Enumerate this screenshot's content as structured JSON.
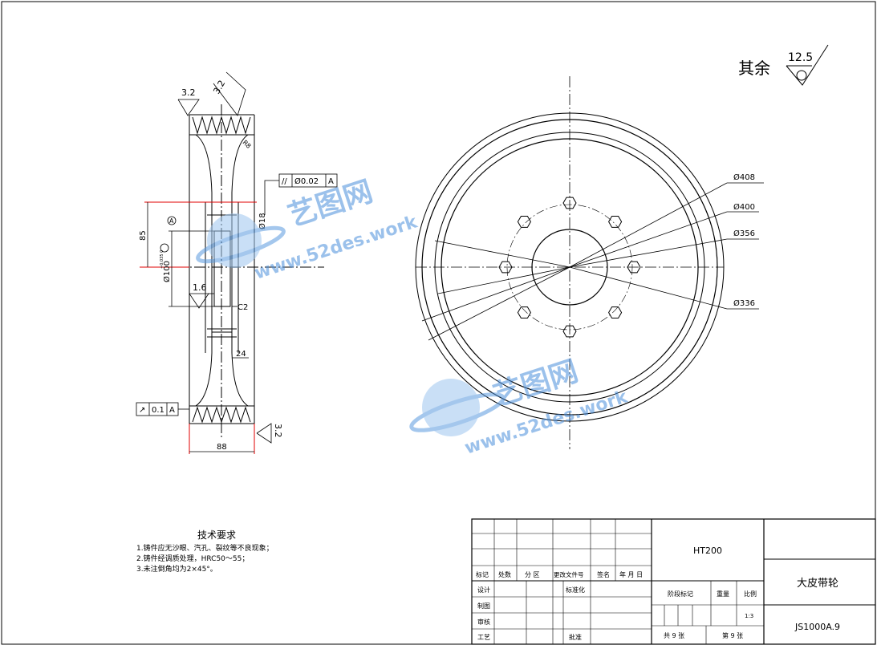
{
  "roughness": {
    "other_label": "其余",
    "other_value": "12.5",
    "top_left": "3.2",
    "top_slant": "3.2",
    "bore": "1.6",
    "side": "3.2"
  },
  "tolerances": {
    "parallel": {
      "symbol": "//",
      "value": "Ø0.02",
      "datum": "A"
    },
    "runout": {
      "symbol": "↗",
      "value": "0.1",
      "datum": "A"
    }
  },
  "datum_letter": "A",
  "side_dims": {
    "height_85": "85",
    "dia_100": "Ø100",
    "dia_100_tol": "+0.035 0",
    "dia_18": "Ø18",
    "chamfer": "C2",
    "width_24": "24",
    "width_88": "88",
    "groove_radius": "R8"
  },
  "front_dims": {
    "d408": "Ø408",
    "d400": "Ø400",
    "d356": "Ø356",
    "d336": "Ø336"
  },
  "tech_req": {
    "title": "技术要求",
    "items": [
      "1.铸件应无沙眼、汽孔、裂纹等不良现象；",
      "2.铸件经调质处理，HRC50～55；",
      "3.未注倒角均为2×45°。"
    ]
  },
  "title_block": {
    "material": "HT200",
    "part_name": "大皮带轮",
    "drawing_no": "JS1000A.9",
    "header_cells": [
      "标记",
      "处数",
      "分 区",
      "更改文件号",
      "签名",
      "年 月 日"
    ],
    "roles": [
      "设计",
      "制图",
      "审核",
      "工艺"
    ],
    "standardize": "标准化",
    "approve": "批准",
    "stage_mark": "阶段标记",
    "weight": "重量",
    "scale_label": "比例",
    "scale_value": "1:3",
    "sheets_total": "共 9 张",
    "sheet_no": "第 9 张"
  },
  "watermark": {
    "brand": "艺图网",
    "url": "www.52des.work"
  }
}
